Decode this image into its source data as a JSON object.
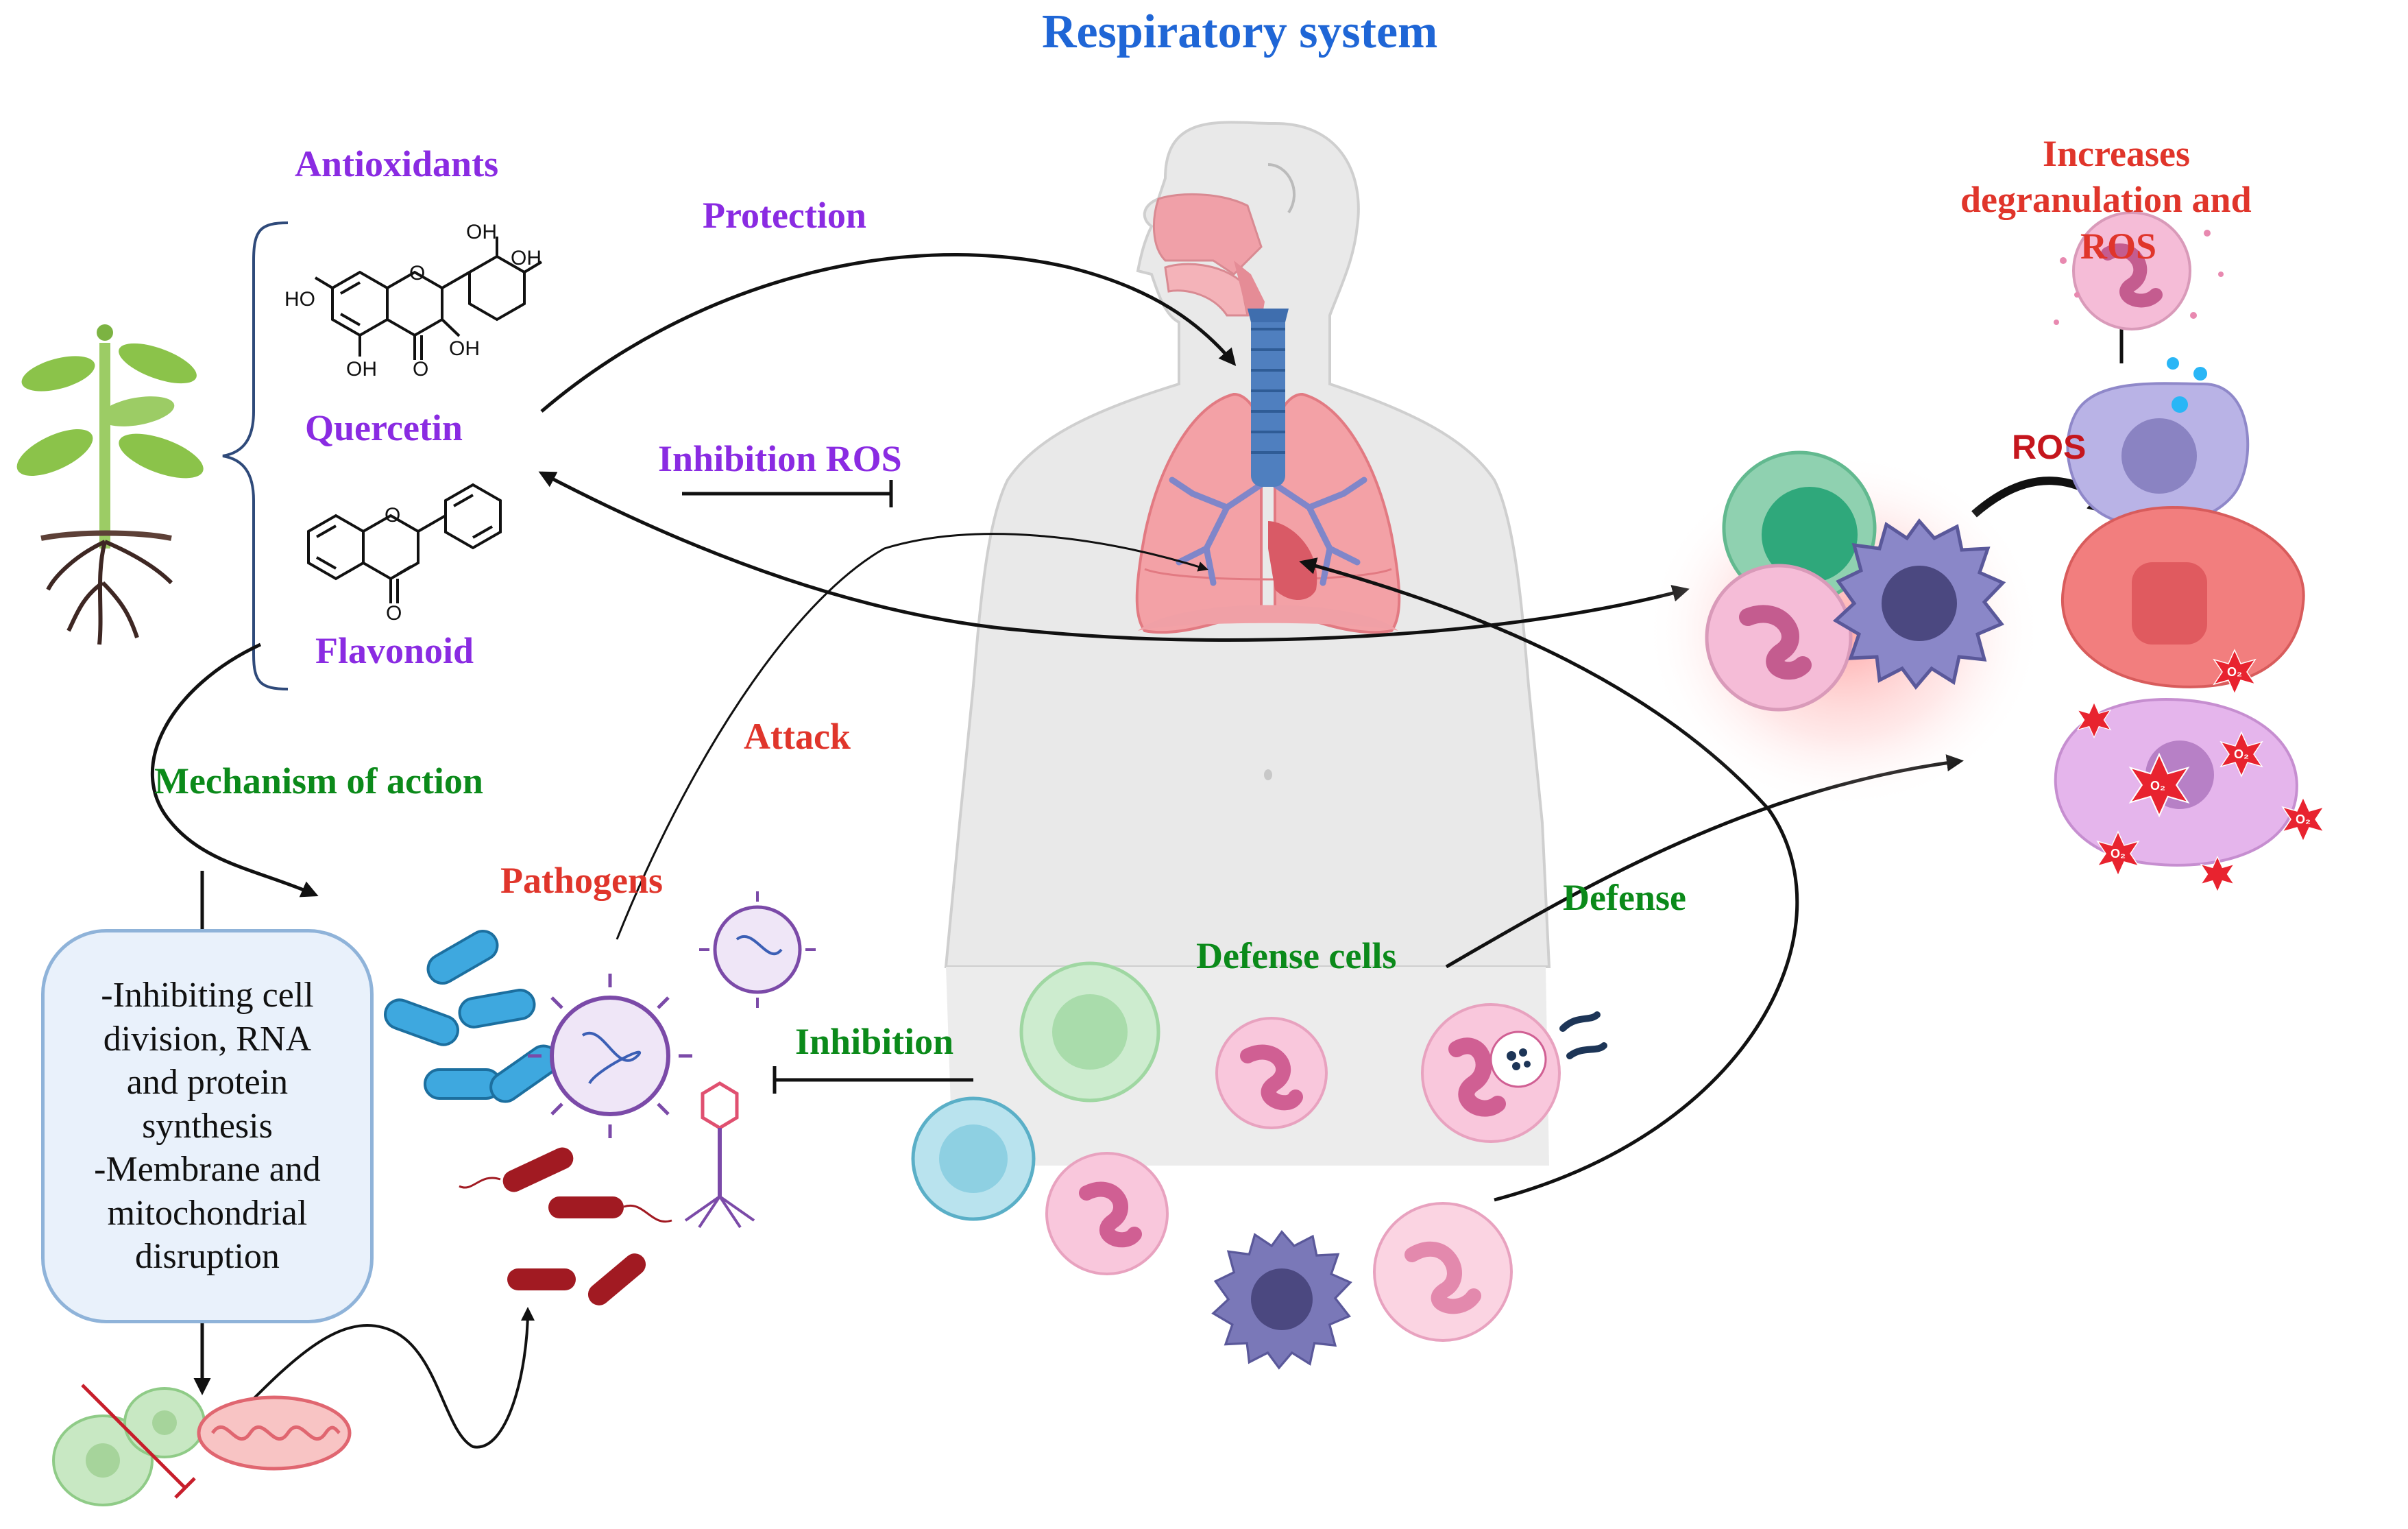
{
  "title": "Respiratory system",
  "labels": {
    "antioxidants": "Antioxidants",
    "quercetin": "Quercetin",
    "flavonoid": "Flavonoid",
    "protection": "Protection",
    "inhibition_ros": "Inhibition ROS",
    "attack": "Attack",
    "mechanism_of_action": "Mechanism of action",
    "pathogens": "Pathogens",
    "inhibition": "Inhibition",
    "defense_cells": "Defense cells",
    "defense": "Defense",
    "ros": "ROS",
    "increases_1": "Increases",
    "increases_2": "degranulation and",
    "increases_3": "ROS"
  },
  "chemistry": {
    "oh": "OH",
    "ho": "HO",
    "o": "O"
  },
  "mechanism_box": [
    "-Inhibiting cell",
    "division, RNA",
    "and protein",
    "synthesis",
    "-Membrane and",
    "mitochondrial",
    "disruption"
  ],
  "superoxide_label": "O₂",
  "colors": {
    "title": "#1f66d6",
    "purple": "#8a2be2",
    "green": "#0b8a1a",
    "red": "#e0352b",
    "ros": "#c5161d"
  }
}
